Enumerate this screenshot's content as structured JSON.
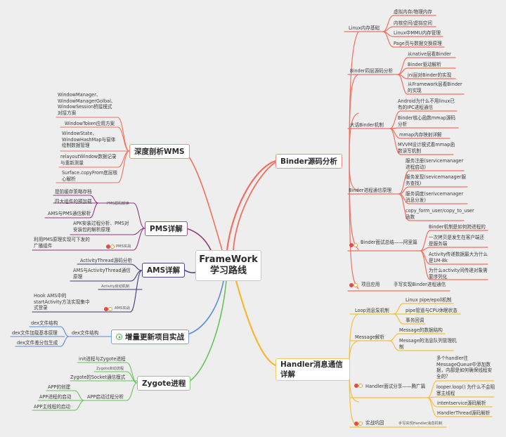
{
  "central": {
    "line1": "FrameWork",
    "line2": "学习路线"
  },
  "colors": {
    "background": "#eeeeee",
    "binder": "#f07060",
    "handler": "#f5c040",
    "wms": "#f07060",
    "pms": "#8a3a7a",
    "ams": "#3a3a8a",
    "incremental": "#5a8ad8",
    "zygote": "#6cc060"
  },
  "binder": {
    "title": "Binder源码分析",
    "linux_mem": {
      "label": "Linux内存基础",
      "items": [
        "虚拟内存/物理内存",
        "内核空间/虚拟空间",
        "Linux中MMU内存管理",
        "Page页与数据交换原理"
      ]
    },
    "four_layers": {
      "label": "Binder四层源码分析",
      "items": [
        "从native层看Binder",
        "Binder驱动解析",
        "jni层对Binder的实现",
        "从Framework层看Binder的实现"
      ]
    },
    "talk": {
      "label": "大话Binder机制",
      "items": [
        "Android为什么不用linux已有的IPC进程通信",
        "Binder核心函数mmap源码分析",
        "mmap内存映射详解",
        "MVVM设计模式看mmap函数读写机制"
      ]
    },
    "ipc_principle": {
      "label": "Binder进程通信原理",
      "items": [
        "服务注册(servicemanager进程启动)",
        "服务发现(sevicemanager服务查找)",
        "服务调度(serivcemanager消息分发)",
        "copy_form_user/copy_to_user函数"
      ]
    },
    "interview": {
      "label": "Binder面试总结——阿里篇",
      "items": [
        "Binder机制是如何跨进程的",
        "一次拷贝是发生在客户端还是服务端",
        "Activity传递数据最大为什么是1M-8k",
        "为什么activity间传递对象需要序列化"
      ]
    },
    "project": {
      "label": "项目应用",
      "item": "手写实现Binder进程通信"
    }
  },
  "handler": {
    "title": "Handler消息通信详解",
    "loop": {
      "label": "Loop消息泵机制",
      "items": [
        "Linux pipe/epoll机制",
        "pipe管道与CPU休眠状态",
        "事务回调"
      ]
    },
    "message": {
      "label": "Message解析",
      "items": [
        "Message的数据结构",
        "Message的消息队列管理机制"
      ]
    },
    "interview": {
      "label": "Handler面试分享——腾广篇",
      "items": [
        "多个handler往MessageQueue中添加数据，内部是如何确保线程安全的？",
        "looper.loop() 为什么不会阻塞主线程",
        "intentservice源码解析",
        "HandlerThread源码解析"
      ]
    },
    "practice": {
      "label": "实战巩固",
      "item": "手写实现Handler消息机制"
    }
  },
  "wms": {
    "title": "深度剖析WMS",
    "items": [
      "WindowManager、WindowManagerGolbal、WindowSession桥接模式对接方案",
      "WindowToken应用方案",
      "WindowState、WindowHashMap与窗体绘制数据管理",
      "relayoutWindow数据记录与重新测量",
      "Surface.copyFrom底层核心解析"
    ]
  },
  "pms": {
    "title": "PMS详解",
    "source": {
      "label": "PMS源码解读",
      "items": [
        "提前缓存策略存档",
        "四大组件的预加载",
        "AMS与PMS通信解析"
      ]
    },
    "apk": "APK安装过程分析、PMS对安装包的解析原理",
    "practice": {
      "label": "PMS实战",
      "item": "利用PMS原理实现可下发的广播组件"
    }
  },
  "ams": {
    "title": "AMS详解",
    "startup": {
      "label": "Activity启动机制",
      "items": [
        "ActivityThread源码分析",
        "AMS与ActivityThread通信原理"
      ]
    },
    "practice": {
      "label": "AMS实战",
      "item": "Hook AMS中的startActivity方法实现集中式登录"
    }
  },
  "incremental": {
    "title": "增量更新项目实战",
    "dex": {
      "label": "dex文件结构",
      "items": [
        "dex文件结构",
        "dex文件加载基本原理",
        "dex文件差分包生成"
      ]
    }
  },
  "zygote": {
    "title": "Zygote进程",
    "items": [
      "init进程与Zygote进程",
      "Zygote启动流程",
      "Zygote的Socket通信模式"
    ],
    "app_start": {
      "label": "APP启动过程分析",
      "items": [
        "APP的创建",
        "APP进程的启动",
        "APP主线程的启动"
      ]
    }
  }
}
